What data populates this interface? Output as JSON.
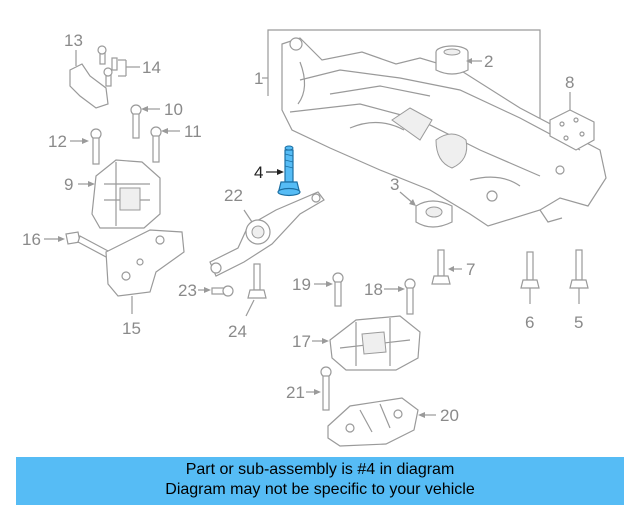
{
  "diagram": {
    "highlight_color": "#56bcf5",
    "callouts": [
      {
        "id": "1",
        "label": "1"
      },
      {
        "id": "2",
        "label": "2"
      },
      {
        "id": "3",
        "label": "3"
      },
      {
        "id": "4",
        "label": "4",
        "highlighted": true
      },
      {
        "id": "5",
        "label": "5"
      },
      {
        "id": "6",
        "label": "6"
      },
      {
        "id": "7",
        "label": "7"
      },
      {
        "id": "8",
        "label": "8"
      },
      {
        "id": "9",
        "label": "9"
      },
      {
        "id": "10",
        "label": "10"
      },
      {
        "id": "11",
        "label": "11"
      },
      {
        "id": "12",
        "label": "12"
      },
      {
        "id": "13",
        "label": "13"
      },
      {
        "id": "14",
        "label": "14"
      },
      {
        "id": "15",
        "label": "15"
      },
      {
        "id": "16",
        "label": "16"
      },
      {
        "id": "17",
        "label": "17"
      },
      {
        "id": "18",
        "label": "18"
      },
      {
        "id": "19",
        "label": "19"
      },
      {
        "id": "20",
        "label": "20"
      },
      {
        "id": "21",
        "label": "21"
      },
      {
        "id": "22",
        "label": "22"
      },
      {
        "id": "23",
        "label": "23"
      },
      {
        "id": "24",
        "label": "24"
      }
    ]
  },
  "banner": {
    "line1": "Part or sub-assembly is #4 in diagram",
    "line2": "Diagram may not be specific to your vehicle",
    "background": "#56bcf5"
  }
}
